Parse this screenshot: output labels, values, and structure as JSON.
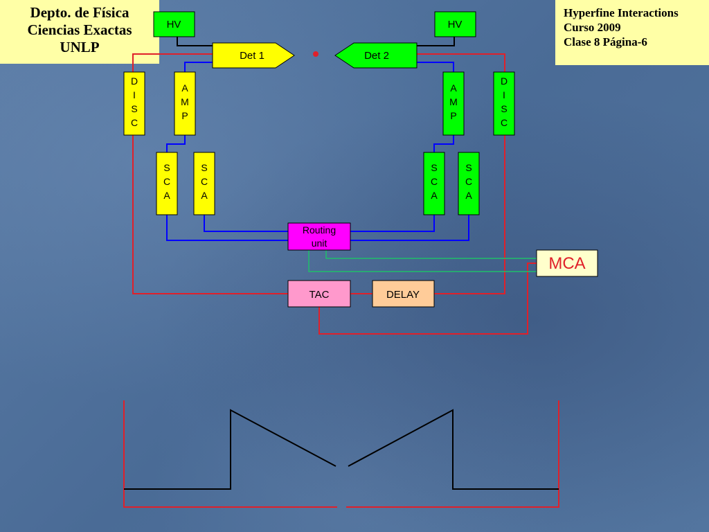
{
  "header_left": {
    "lines": [
      "Depto. de Física",
      "Ciencias Exactas",
      "UNLP"
    ]
  },
  "header_right": {
    "lines": [
      "Hyperfine Interactions",
      "Curso 2009",
      "Clase 8  Página-6"
    ]
  },
  "diagram": {
    "hv_left": "HV",
    "hv_right": "HV",
    "det1": "Det 1",
    "det2": "Det 2",
    "disc_left": [
      "D",
      "I",
      "S",
      "C"
    ],
    "disc_right": [
      "D",
      "I",
      "S",
      "C"
    ],
    "amp_left": [
      "A",
      "M",
      "P"
    ],
    "amp_right": [
      "A",
      "M",
      "P"
    ],
    "sca_1": [
      "S",
      "C",
      "A"
    ],
    "sca_2": [
      "S",
      "C",
      "A"
    ],
    "sca_3": [
      "S",
      "C",
      "A"
    ],
    "sca_4": [
      "S",
      "C",
      "A"
    ],
    "routing": [
      "Routing",
      "unit"
    ],
    "mca": "MCA",
    "tac": "TAC",
    "delay": "DELAY"
  },
  "colors": {
    "yellow": "#ffff00",
    "green": "#00ff00",
    "magenta": "#ff00ff",
    "pink": "#ff99cc",
    "peach": "#ffcc99",
    "pale_yellow": "#ffffcc",
    "note_yellow": "#ffffa6",
    "red_wire": "#e0202a",
    "blue_wire": "#0000ff",
    "green_wire": "#1fbf6a",
    "black_wire": "#000000"
  }
}
